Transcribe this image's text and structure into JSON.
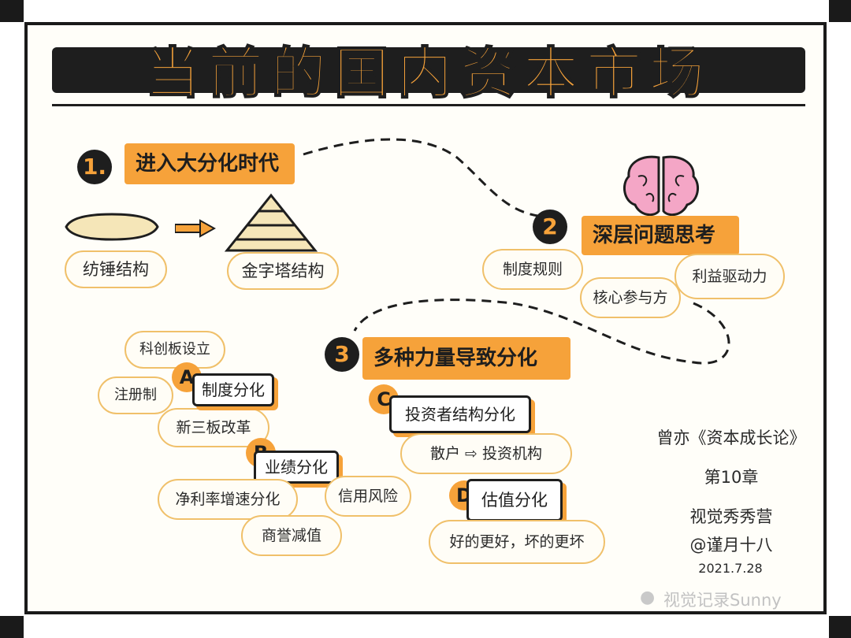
{
  "title": "当前的国内资本市场",
  "section1": {
    "number": "1.",
    "heading": "进入大分化时代",
    "from_label": "纺锤结构",
    "to_label": "金字塔结构"
  },
  "section2": {
    "number": "2",
    "heading": "深层问题思考",
    "items": [
      "制度规则",
      "核心参与方",
      "利益驱动力"
    ]
  },
  "section3": {
    "number": "3",
    "heading": "多种力量导致分化"
  },
  "groupA": {
    "letter": "A",
    "box": "制度分化",
    "items": [
      "科创板设立",
      "注册制",
      "新三板改革"
    ]
  },
  "groupB": {
    "letter": "B",
    "box": "业绩分化",
    "items": [
      "净利率增速分化",
      "信用风险",
      "商誉减值"
    ]
  },
  "groupC": {
    "letter": "C",
    "box": "投资者结构分化",
    "from": "散户",
    "to": "投资机构"
  },
  "groupD": {
    "letter": "D",
    "box": "估值分化",
    "sub": "好的更好，坏的更坏"
  },
  "credits": {
    "line1": "曾亦《资本成长论》",
    "line2": "第10章",
    "line3": "视觉秀秀营",
    "line4": "@谨月十八",
    "date": "2021.7.28"
  },
  "watermark": "视觉记录Sunny",
  "colors": {
    "accent": "#f6a23a",
    "ink": "#1e1e1e",
    "cloud": "#f0c06a",
    "brain": "#f4a6c6"
  }
}
